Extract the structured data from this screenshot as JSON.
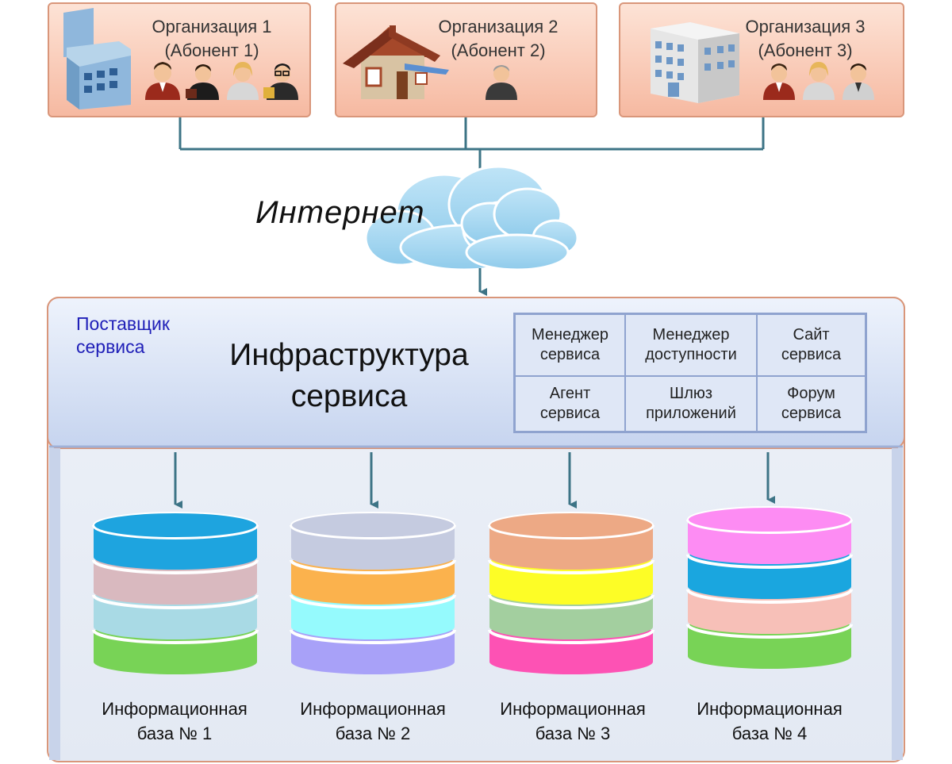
{
  "organizations": [
    {
      "name": "Организация 1",
      "role": "(Абонент 1)"
    },
    {
      "name": "Организация 2",
      "role": "(Абонент 2)"
    },
    {
      "name": "Организация 3",
      "role": "(Абонент 3)"
    }
  ],
  "network_label": "Интернет",
  "provider_label": "Поставщик сервиса",
  "infrastructure": {
    "line1": "Инфраструктура",
    "line2": "сервиса"
  },
  "services": [
    {
      "line1": "Менеджер",
      "line2": "сервиса"
    },
    {
      "line1": "Менеджер",
      "line2": "доступности"
    },
    {
      "line1": "Сайт",
      "line2": "сервиса"
    },
    {
      "line1": "Агент",
      "line2": "сервиса"
    },
    {
      "line1": "Шлюз",
      "line2": "приложений"
    },
    {
      "line1": "Форум",
      "line2": "сервиса"
    }
  ],
  "databases": [
    {
      "line1": "Информационная",
      "line2": "база № 1",
      "colors": [
        "#1ea4df",
        "#d9b9bf",
        "#a9dae5",
        "#78d356"
      ]
    },
    {
      "line1": "Информационная",
      "line2": "база № 2",
      "colors": [
        "#c5cbe0",
        "#fbb24d",
        "#95fafd",
        "#a8a1f8"
      ]
    },
    {
      "line1": "Информационная",
      "line2": "база № 3",
      "colors": [
        "#eda985",
        "#fdfd26",
        "#a3cf9f",
        "#fd52b4"
      ]
    },
    {
      "line1": "Информационная",
      "line2": "база № 4",
      "colors": [
        "#fd8cf3",
        "#1aa6df",
        "#f7c0b8",
        "#78d356"
      ]
    }
  ]
}
